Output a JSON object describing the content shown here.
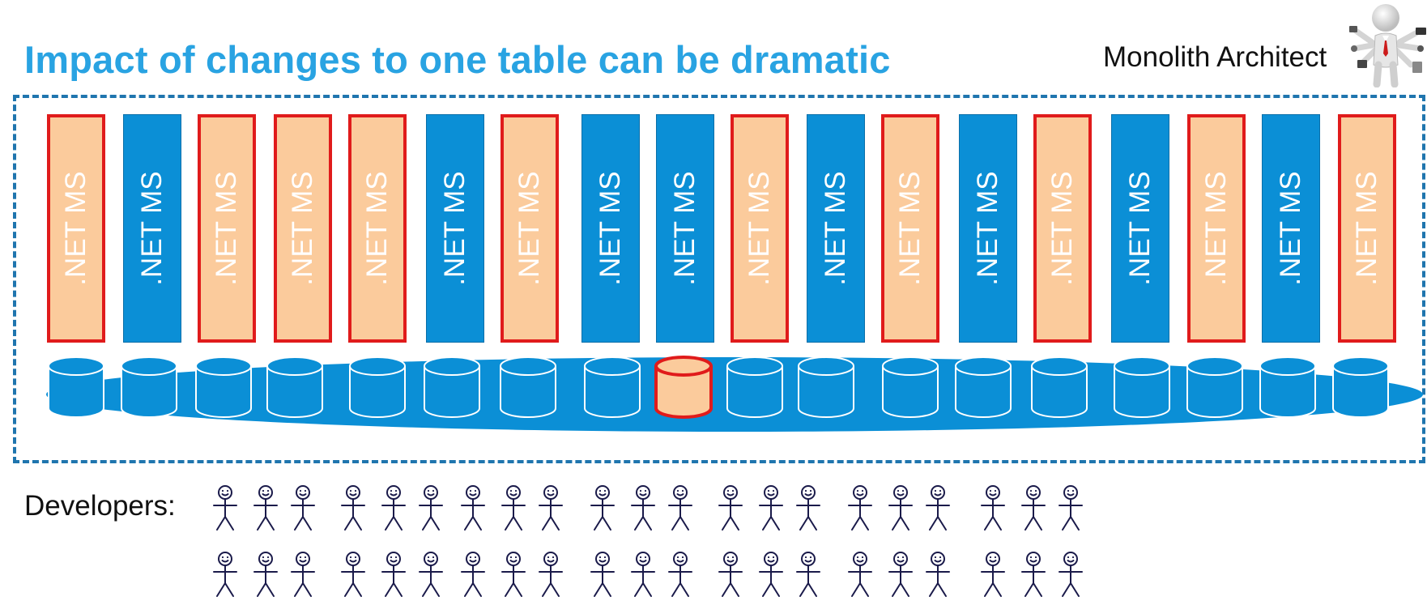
{
  "title": "Impact of changes to one table can be dramatic",
  "architect": {
    "label": "Monolith Architect",
    "figure_icon": "businessman-multitasking-icon"
  },
  "services": {
    "label": ".NET MS",
    "states": [
      "affected",
      "unaffected",
      "affected",
      "affected",
      "affected",
      "unaffected",
      "affected",
      "unaffected",
      "unaffected",
      "affected",
      "unaffected",
      "affected",
      "unaffected",
      "affected",
      "unaffected",
      "affected",
      "unaffected",
      "affected"
    ]
  },
  "database": {
    "table_count": 18,
    "changed_table_index": 8
  },
  "developers": {
    "label": "Developers:",
    "rows": 2,
    "groups_per_row": 7,
    "people_per_group": 3
  },
  "colors": {
    "title": "#29a3e2",
    "service_blue": "#0b8fd6",
    "service_affected_fill": "#fbcb9c",
    "service_affected_border": "#e01b1b",
    "boundary": "#1f75ae",
    "database": "#0b8fd6",
    "stick_figure": "#1a1a4a"
  }
}
